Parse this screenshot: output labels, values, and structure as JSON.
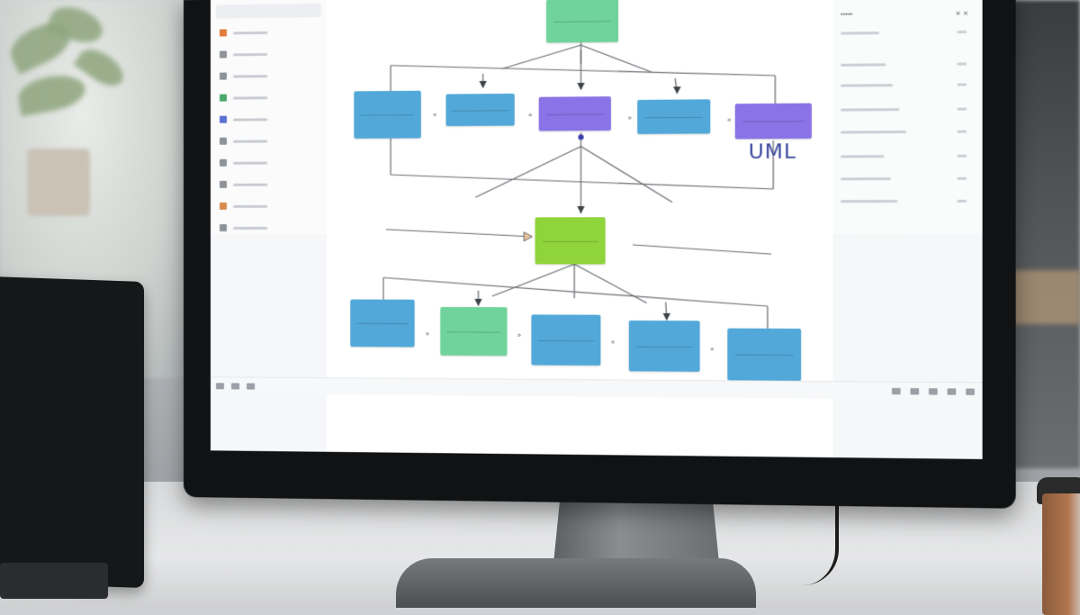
{
  "scene": {
    "colors": {
      "node_blue": "#52a9d9",
      "node_green": "#6fd39b",
      "node_purple": "#8a73e6",
      "node_lime": "#8fd43a",
      "label_ink": "#3c4a9e"
    }
  },
  "sidebar": {
    "items": [
      {
        "icon": "shape-icon",
        "color": "#e07b3a"
      },
      {
        "icon": "rectangle-icon",
        "color": "#8e9399"
      },
      {
        "icon": "connector-icon",
        "color": "#8e9399"
      },
      {
        "icon": "table-icon",
        "color": "#4ba86a"
      },
      {
        "icon": "class-icon",
        "color": "#5b6fd1"
      },
      {
        "icon": "note-icon",
        "color": "#8e9399"
      },
      {
        "icon": "component-icon",
        "color": "#8e9399"
      },
      {
        "icon": "package-icon",
        "color": "#8e9399"
      },
      {
        "icon": "folder-icon",
        "color": "#d88b4a"
      },
      {
        "icon": "actor-icon",
        "color": "#8e9399"
      }
    ]
  },
  "diagram": {
    "label": "UML",
    "nodes": [
      {
        "id": "root",
        "color": "green"
      },
      {
        "id": "l1-a",
        "color": "blue"
      },
      {
        "id": "l1-b",
        "color": "blue"
      },
      {
        "id": "l1-c",
        "color": "purple"
      },
      {
        "id": "l1-d",
        "color": "blue"
      },
      {
        "id": "l1-e",
        "color": "purple"
      },
      {
        "id": "mid",
        "color": "lime"
      },
      {
        "id": "l3-a",
        "color": "blue"
      },
      {
        "id": "l3-b",
        "color": "green"
      },
      {
        "id": "l3-c",
        "color": "blue"
      },
      {
        "id": "l3-d",
        "color": "blue"
      },
      {
        "id": "l3-e",
        "color": "blue"
      }
    ]
  },
  "properties_panel": {
    "rows": 8
  },
  "statusbar": {
    "left_icons": [
      "grid-icon",
      "layers-icon",
      "fit-icon"
    ],
    "right_icons": [
      "zoom-out-icon",
      "zoom-in-icon",
      "fullscreen-icon",
      "settings-icon",
      "help-icon"
    ]
  }
}
